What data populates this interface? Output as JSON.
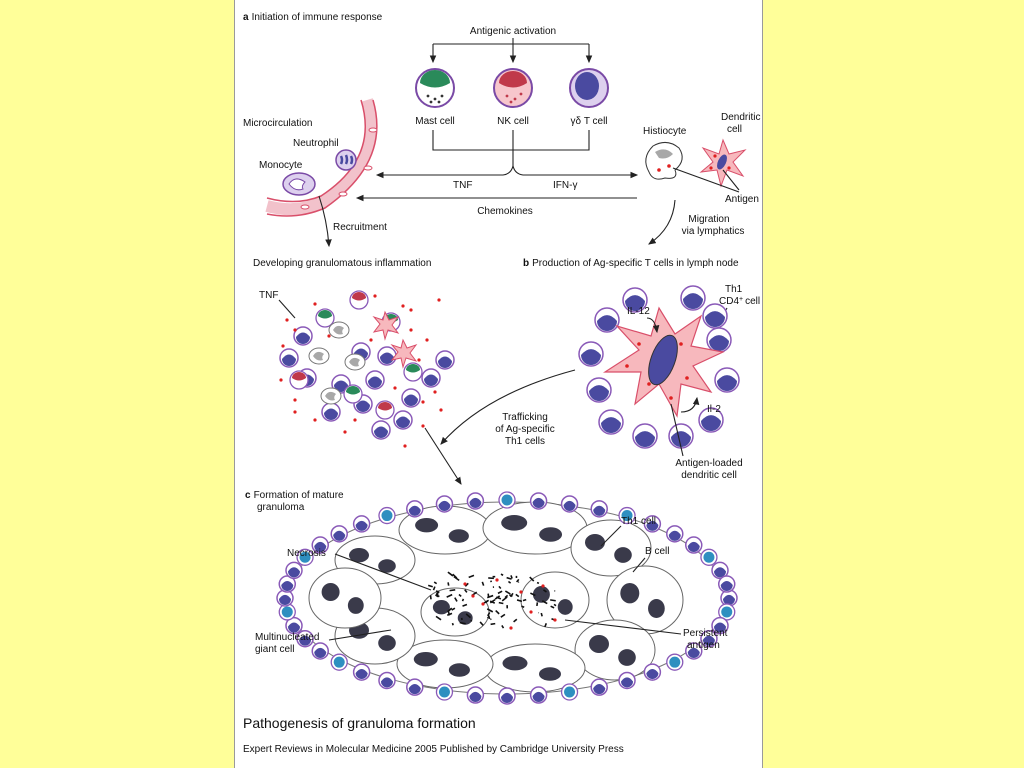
{
  "figure": {
    "title": "Pathogenesis of granuloma formation",
    "credit": "Expert Reviews in Molecular Medicine 2005 Published by Cambridge University Press"
  },
  "section_a": {
    "letter": "a",
    "title": "Initiation of immune response",
    "antigenic_activation": "Antigenic activation",
    "mast_cell": "Mast cell",
    "nk_cell": "NK cell",
    "gd_t_cell": "γδ T cell",
    "microcirculation": "Microcirculation",
    "neutrophil": "Neutrophil",
    "monocyte": "Monocyte",
    "histiocyte": "Histiocyte",
    "dendritic_cell_1": "Dendritic",
    "dendritic_cell_2": "cell",
    "antigen": "Antigen",
    "tnf": "TNF",
    "ifn": "IFN-γ",
    "chemokines": "Chemokines",
    "recruitment": "Recruitment",
    "migration_1": "Migration",
    "migration_2": "via lymphatics"
  },
  "developing": {
    "title": "Developing granulomatous inflammation",
    "tnf": "TNF"
  },
  "section_b": {
    "letter": "b",
    "title": "Production of Ag-specific T cells in lymph node",
    "th1_1": "Th1",
    "th1_2": "CD4",
    "th1_sup": "+",
    "th1_3": "cell",
    "il12": "IL-12",
    "il2": "Il-2",
    "trafficking_1": "Trafficking",
    "trafficking_2": "of Ag-specific",
    "trafficking_3": "Th1 cells",
    "antigen_loaded_1": "Antigen-loaded",
    "antigen_loaded_2": "dendritic cell"
  },
  "section_c": {
    "letter": "c",
    "title_1": "Formation of mature",
    "title_2": "granuloma",
    "th1_cell": "Th1 cell",
    "b_cell": "B cell",
    "necrosis": "Necrosis",
    "giant_1": "Multinucleated",
    "giant_2": "giant cell",
    "persistent_1": "Persistent",
    "persistent_2": "antigen"
  },
  "colors": {
    "page_background": "#ffff99",
    "panel_background": "#ffffff",
    "mast_cell": "#2a8a5a",
    "nk_cell": "#c0394a",
    "t_cell": "#8a5ab8",
    "nucleus": "#4a4aa0",
    "dendritic_fill": "#f7b8bd",
    "antigen_dot": "#e02020",
    "vessel": "#d94f6a",
    "b_cell": "#2e8fc0"
  }
}
